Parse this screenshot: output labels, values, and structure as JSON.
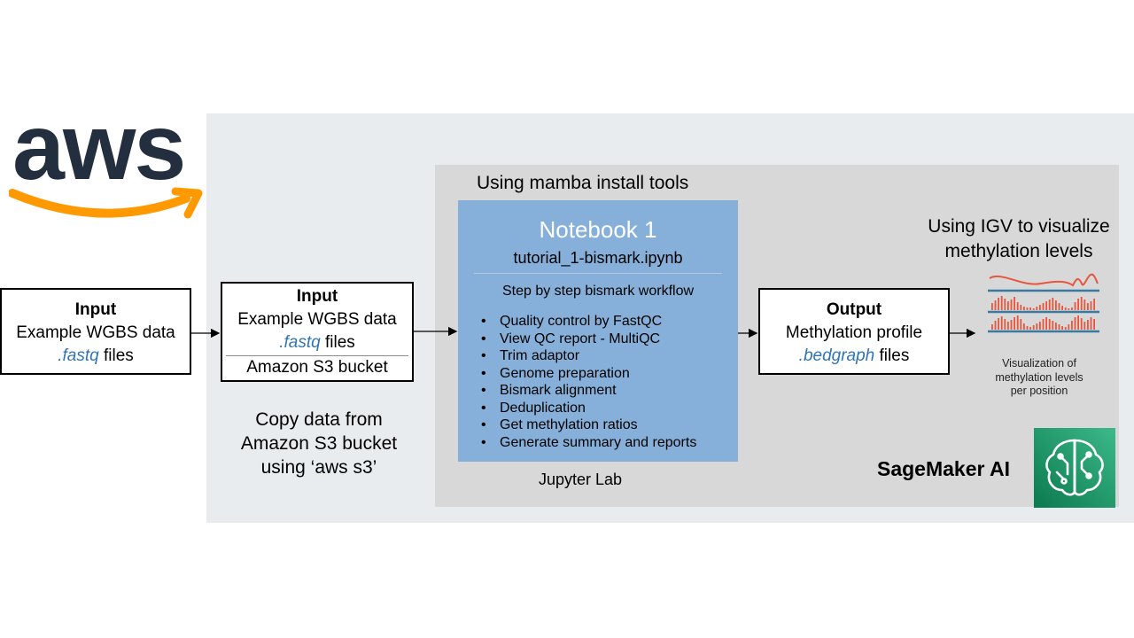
{
  "colors": {
    "outer_panel": "#e9ecef",
    "inner_panel": "#d8d8d8",
    "notebook_fill": "#86b0d9",
    "aws_text": "#232f3e",
    "aws_smile": "#ff9900",
    "extension_text": "#2e75b6",
    "viz_bars": "#e8553d",
    "viz_baseline": "#3b7aa0",
    "sagemaker_icon": "#1f8a5a"
  },
  "logo": {
    "name": "aws-logo",
    "text": "aws"
  },
  "input_box_1": {
    "title": "Input",
    "line1": "Example WGBS data",
    "ext": ".fastq",
    "suffix": " files"
  },
  "input_box_2": {
    "title": "Input",
    "line1": "Example WGBS data",
    "ext": ".fastq",
    "suffix": " files",
    "bucket": "Amazon S3 bucket"
  },
  "copy_label": {
    "line1": "Copy data from",
    "line2": "Amazon S3 bucket",
    "line3": "using ‘aws s3’"
  },
  "mamba_label": "Using mamba install tools",
  "notebook": {
    "title": "Notebook 1",
    "file": "tutorial_1-bismark.ipynb",
    "subtitle": "Step by step bismark workflow",
    "steps": [
      "Quality control by FastQC",
      "View QC report - MultiQC",
      "Trim adaptor",
      "Genome preparation",
      "Bismark alignment",
      "Deduplication",
      "Get methylation ratios",
      "Generate summary and reports"
    ]
  },
  "jupyter_label": "Jupyter Lab",
  "output_box": {
    "title": "Output",
    "line1": "Methylation profile",
    "ext": ".bedgraph",
    "suffix": " files"
  },
  "igv_label": {
    "line1": "Using IGV to visualize",
    "line2": "methylation levels"
  },
  "viz_caption": {
    "line1": "Visualization of",
    "line2": "methylation levels",
    "line3": "per position"
  },
  "sagemaker_label": "SageMaker AI"
}
